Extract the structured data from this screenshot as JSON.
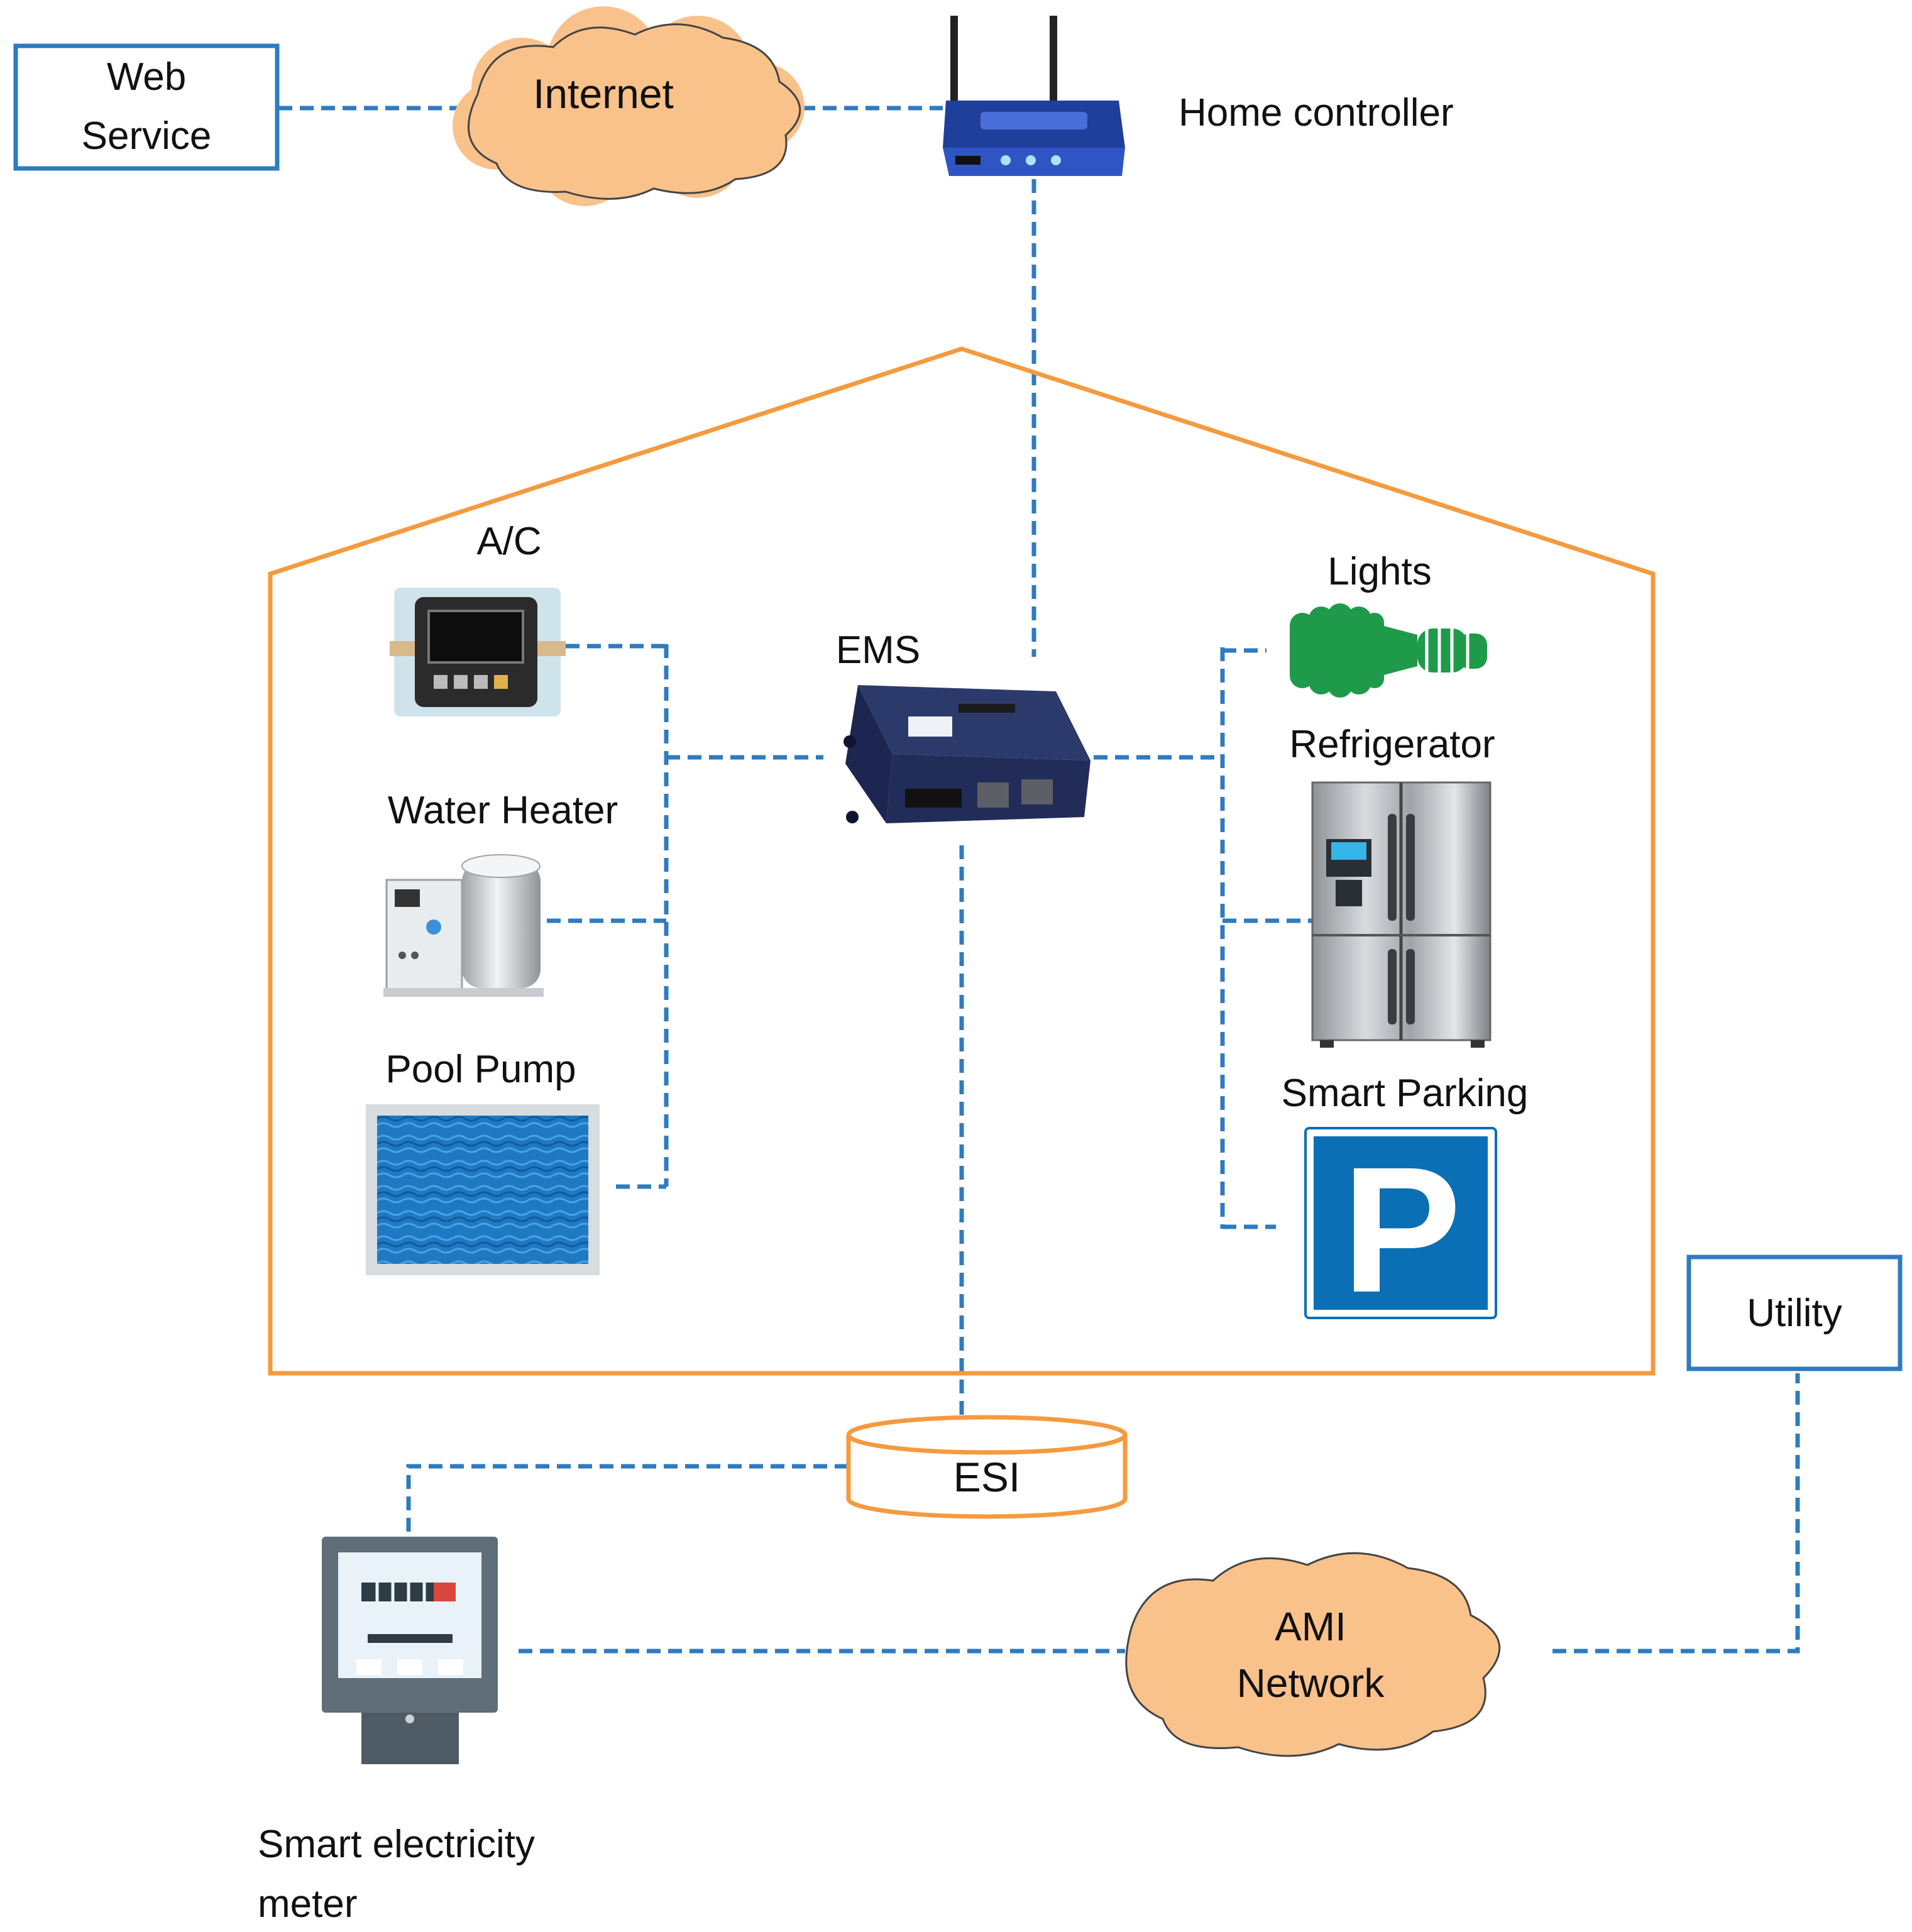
{
  "labels": {
    "web_service_line1": "Web",
    "web_service_line2": "Service",
    "internet": "Internet",
    "home_controller": "Home controller",
    "ac": "A/C",
    "ems": "EMS",
    "lights": "Lights",
    "refrigerator": "Refrigerator",
    "water_heater": "Water Heater",
    "pool_pump": "Pool Pump",
    "smart_parking": "Smart Parking",
    "parking_letter": "P",
    "utility": "Utility",
    "esi": "ESI",
    "ami_line1": "AMI",
    "ami_line2": "Network",
    "meter_line1": "Smart electricity",
    "meter_line2": "meter"
  },
  "colors": {
    "link": "#2e7bc0",
    "house_outline": "#f59a3e",
    "cloud_fill": "#f9c28b",
    "box_border": "#2e7bc0",
    "parking_blue": "#0a6fb4",
    "lights_green": "#1f9a4a"
  },
  "icons": {
    "router": "wifi-router-icon",
    "ems": "ems-controller-icon",
    "ac": "thermostat-icon",
    "water_heater": "water-heater-icon",
    "pool": "pool-icon",
    "lights": "cfl-bulb-icon",
    "refrigerator": "refrigerator-icon",
    "parking": "parking-sign-icon",
    "meter": "electricity-meter-icon"
  }
}
